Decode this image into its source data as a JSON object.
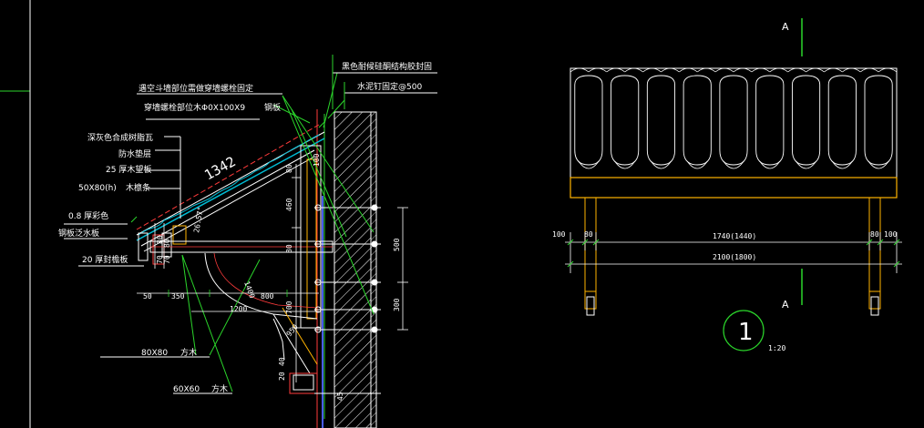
{
  "notes": {
    "sealant": "黑色耐候硅酮结构胶封固",
    "nails": "水泥钉固定@500",
    "bolts_hollow": "遇空斗墙部位需做穿墙螺栓固定",
    "bolts_spec": "穿墙螺栓部位木Φ0X100X9",
    "steel_plate": "钢板",
    "tile": "深灰色合成树脂瓦",
    "waterproof": "防水垫层",
    "board": "25 厚木望板",
    "purlin_size": "50X80(h)",
    "purlin": "木檩条",
    "flashing_1": "0.8 厚彩色",
    "flashing_2": "钢板泛水板",
    "fascia": "20 厚封檐板",
    "beam_size": "80X80",
    "beam_label": "方木",
    "brace_size": "60X60",
    "brace_label": "方木"
  },
  "dims": {
    "slope_len": "1342",
    "angle": "26.57°",
    "d50": "50",
    "d350": "350",
    "d800": "800",
    "d1200": "1200",
    "d1400": "1400",
    "d950": "950",
    "v80a": "80",
    "v460": "460",
    "v80b": "80",
    "v700": "700",
    "v500": "500",
    "v300": "300",
    "v70": "70",
    "v80c": "80",
    "v20": "20",
    "v40": "40",
    "e100": "100",
    "e80": "80",
    "e70": "70",
    "w45": "45"
  },
  "elevation": {
    "section_a_top": "A",
    "section_a_bottom": "A",
    "d100_left": "100",
    "d80_left": "80",
    "d_mid": "1740(1440)",
    "d80_right": "80",
    "d100_right": "100",
    "d_total": "2100(1800)",
    "detail_no": "1",
    "scale": "1:20"
  }
}
